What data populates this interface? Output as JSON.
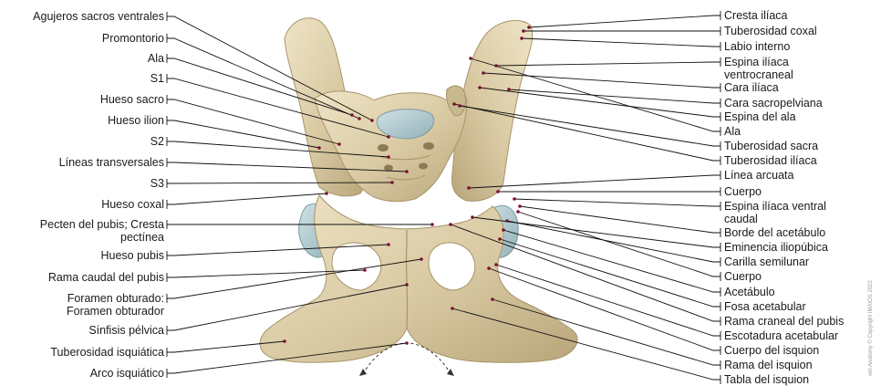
{
  "left_labels": [
    {
      "id": "agujeros-sacros-ventrales",
      "text": "Agujeros sacros ventrales"
    },
    {
      "id": "promontorio",
      "text": "Promontorio"
    },
    {
      "id": "ala-sacro",
      "text": "Ala"
    },
    {
      "id": "s1",
      "text": "S1"
    },
    {
      "id": "hueso-sacro",
      "text": "Hueso sacro"
    },
    {
      "id": "hueso-ilion",
      "text": "Hueso ilion"
    },
    {
      "id": "s2",
      "text": "S2"
    },
    {
      "id": "lineas-transversales",
      "text": "Líneas transversales"
    },
    {
      "id": "s3",
      "text": "S3"
    },
    {
      "id": "hueso-coxal",
      "text": "Hueso coxal"
    },
    {
      "id": "pecten-del-pubis",
      "text": "Pecten del pubis; Cresta\npectínea"
    },
    {
      "id": "hueso-pubis",
      "text": "Hueso pubis"
    },
    {
      "id": "rama-caudal-del-pubis",
      "text": "Rama caudal del pubis"
    },
    {
      "id": "foramen-obturado",
      "text": "Foramen obturado:\nForamen obturador"
    },
    {
      "id": "sinfisis-pelvica",
      "text": "Sínfisis pélvica"
    },
    {
      "id": "tuberosidad-isquiatica",
      "text": "Tuberosidad isquiática"
    },
    {
      "id": "arco-isquiatico",
      "text": "Arco isquiático"
    }
  ],
  "right_labels": [
    {
      "id": "cresta-iliaca",
      "text": "Cresta ilíaca"
    },
    {
      "id": "tuberosidad-coxal",
      "text": "Tuberosidad coxal"
    },
    {
      "id": "labio-interno",
      "text": "Labio interno"
    },
    {
      "id": "espina-iliaca-ventrocraneal",
      "text": "Espina ilíaca\nventrocraneal"
    },
    {
      "id": "cara-iliaca",
      "text": "Cara ilíaca"
    },
    {
      "id": "cara-sacropelviana",
      "text": "Cara sacropelviana"
    },
    {
      "id": "espina-del-ala",
      "text": "Espina del ala"
    },
    {
      "id": "ala-ilion",
      "text": "Ala"
    },
    {
      "id": "tuberosidad-sacra",
      "text": "Tuberosidad sacra"
    },
    {
      "id": "tuberosidad-iliaca",
      "text": "Tuberosidad ilíaca"
    },
    {
      "id": "linea-arcuata",
      "text": "Línea arcuata"
    },
    {
      "id": "cuerpo-ilion",
      "text": "Cuerpo"
    },
    {
      "id": "espina-iliaca-ventral-caudal",
      "text": "Espina ilíaca ventral\ncaudal"
    },
    {
      "id": "borde-del-acetabulo",
      "text": "Borde del acetábulo"
    },
    {
      "id": "eminencia-iliopubica",
      "text": "Eminencia iliopúbica"
    },
    {
      "id": "carilla-semilunar",
      "text": "Carilla semilunar"
    },
    {
      "id": "cuerpo-pubis",
      "text": "Cuerpo"
    },
    {
      "id": "acetabulo",
      "text": "Acetábulo"
    },
    {
      "id": "fosa-acetabular",
      "text": "Fosa acetabular"
    },
    {
      "id": "rama-craneal-del-pubis",
      "text": "Rama craneal del pubis"
    },
    {
      "id": "escotadura-acetabular",
      "text": "Escotadura acetabular"
    },
    {
      "id": "cuerpo-del-isquion",
      "text": "Cuerpo del isquion"
    },
    {
      "id": "rama-del-isquion",
      "text": "Rama del isquion"
    },
    {
      "id": "tabla-del-isquion",
      "text": "Tabla del isquion"
    }
  ],
  "credit": {
    "line1": "vet-Anatomy",
    "line2": "© Copyright IMAIOS 2022"
  },
  "colors": {
    "bone": "#d8c9a2",
    "bone_shadow": "#b9a57a",
    "bone_light": "#ebdfc0",
    "cartilage": "#a9c6cc",
    "line": "#111111",
    "point": "#7a1030",
    "background": "#ffffff"
  }
}
